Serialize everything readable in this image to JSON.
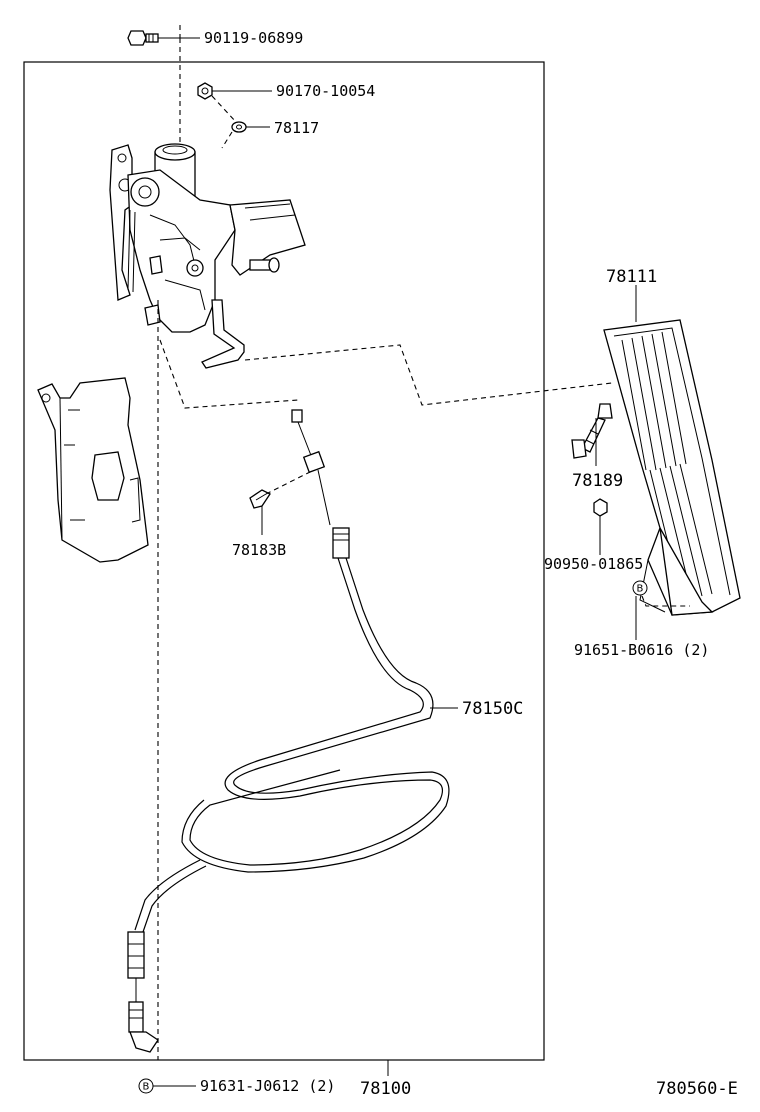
{
  "diagram": {
    "labels": {
      "p90119": "90119-06899",
      "p90170": "90170-10054",
      "p78117": "78117",
      "p78111": "78111",
      "p78189": "78189",
      "p78183b": "78183B",
      "p90950": "90950-01865",
      "p91651": "91651-B0616 (2)",
      "p78150c": "78150C",
      "p91631": "91631-J0612 (2)",
      "p78100": "78100",
      "figure_code": "780560-E"
    },
    "badges": {
      "b_right": "B",
      "b_bottom": "B"
    }
  }
}
